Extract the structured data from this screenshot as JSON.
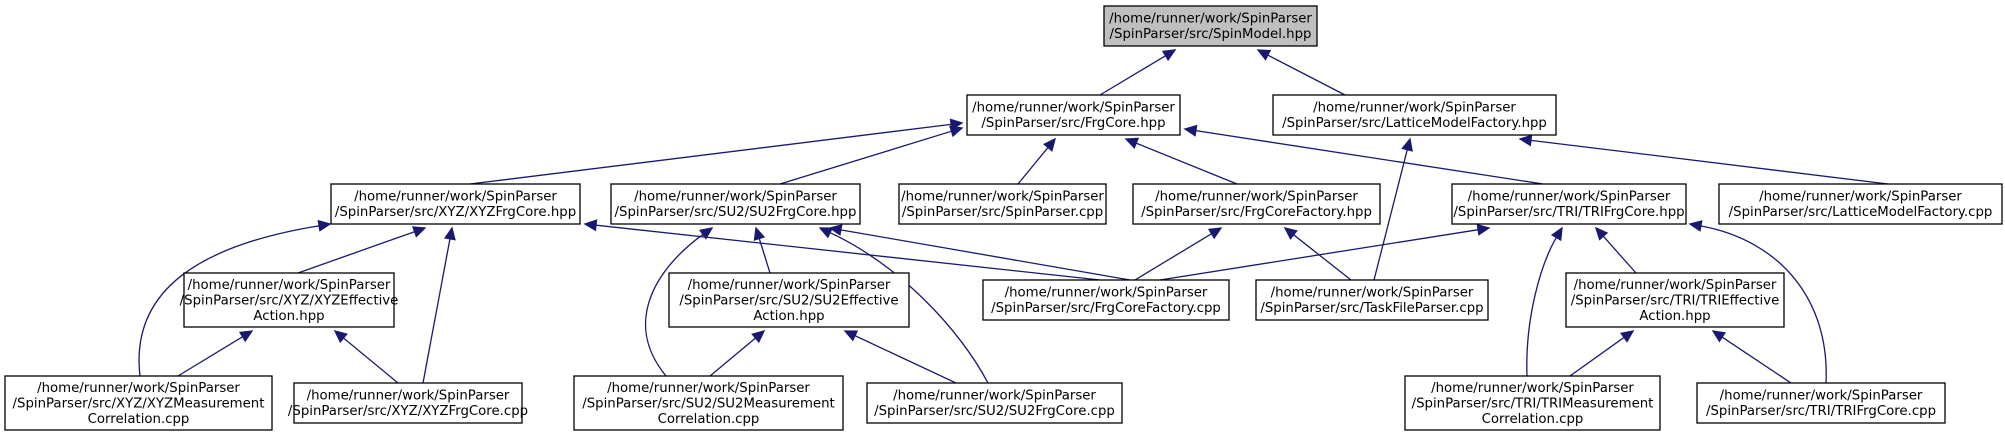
{
  "colors": {
    "edge": "#191970",
    "root_fill": "#bfbfbf",
    "node_fill": "#ffffff",
    "border": "#000000"
  },
  "nodes": [
    {
      "id": "spinmodel",
      "lines": [
        "/home/runner/work/SpinParser",
        "/SpinParser/src/SpinModel.hpp"
      ],
      "root": true
    },
    {
      "id": "frgcore",
      "lines": [
        "/home/runner/work/SpinParser",
        "/SpinParser/src/FrgCore.hpp"
      ]
    },
    {
      "id": "latticefactory_hpp",
      "lines": [
        "/home/runner/work/SpinParser",
        "/SpinParser/src/LatticeModelFactory.hpp"
      ]
    },
    {
      "id": "xyzfrgcore_hpp",
      "lines": [
        "/home/runner/work/SpinParser",
        "/SpinParser/src/XYZ/XYZFrgCore.hpp"
      ]
    },
    {
      "id": "su2frgcore_hpp",
      "lines": [
        "/home/runner/work/SpinParser",
        "/SpinParser/src/SU2/SU2FrgCore.hpp"
      ]
    },
    {
      "id": "spinparser_cpp",
      "lines": [
        "/home/runner/work/SpinParser",
        "/SpinParser/src/SpinParser.cpp"
      ]
    },
    {
      "id": "frgcorefactory_hpp",
      "lines": [
        "/home/runner/work/SpinParser",
        "/SpinParser/src/FrgCoreFactory.hpp"
      ]
    },
    {
      "id": "trifrgcore_hpp",
      "lines": [
        "/home/runner/work/SpinParser",
        "/SpinParser/src/TRI/TRIFrgCore.hpp"
      ]
    },
    {
      "id": "latticefactory_cpp",
      "lines": [
        "/home/runner/work/SpinParser",
        "/SpinParser/src/LatticeModelFactory.cpp"
      ]
    },
    {
      "id": "xyzeffective",
      "lines": [
        "/home/runner/work/SpinParser",
        "/SpinParser/src/XYZ/XYZEffective",
        "Action.hpp"
      ]
    },
    {
      "id": "su2effective",
      "lines": [
        "/home/runner/work/SpinParser",
        "/SpinParser/src/SU2/SU2Effective",
        "Action.hpp"
      ]
    },
    {
      "id": "frgcorefactory_cpp",
      "lines": [
        "/home/runner/work/SpinParser",
        "/SpinParser/src/FrgCoreFactory.cpp"
      ]
    },
    {
      "id": "taskfileparser",
      "lines": [
        "/home/runner/work/SpinParser",
        "/SpinParser/src/TaskFileParser.cpp"
      ]
    },
    {
      "id": "trieffective",
      "lines": [
        "/home/runner/work/SpinParser",
        "/SpinParser/src/TRI/TRIEffective",
        "Action.hpp"
      ]
    },
    {
      "id": "xyzmeasure",
      "lines": [
        "/home/runner/work/SpinParser",
        "/SpinParser/src/XYZ/XYZMeasurement",
        "Correlation.cpp"
      ]
    },
    {
      "id": "xyzfrgcore_cpp",
      "lines": [
        "/home/runner/work/SpinParser",
        "/SpinParser/src/XYZ/XYZFrgCore.cpp"
      ]
    },
    {
      "id": "su2measure",
      "lines": [
        "/home/runner/work/SpinParser",
        "/SpinParser/src/SU2/SU2Measurement",
        "Correlation.cpp"
      ]
    },
    {
      "id": "su2frgcore_cpp",
      "lines": [
        "/home/runner/work/SpinParser",
        "/SpinParser/src/SU2/SU2FrgCore.cpp"
      ]
    },
    {
      "id": "trimeasure",
      "lines": [
        "/home/runner/work/SpinParser",
        "/SpinParser/src/TRI/TRIMeasurement",
        "Correlation.cpp"
      ]
    },
    {
      "id": "trifrgcore_cpp",
      "lines": [
        "/home/runner/work/SpinParser",
        "/SpinParser/src/TRI/TRIFrgCore.cpp"
      ]
    }
  ],
  "edges": [
    {
      "from": "frgcore",
      "to": "spinmodel"
    },
    {
      "from": "latticefactory_hpp",
      "to": "spinmodel"
    },
    {
      "from": "xyzfrgcore_hpp",
      "to": "frgcore"
    },
    {
      "from": "su2frgcore_hpp",
      "to": "frgcore"
    },
    {
      "from": "spinparser_cpp",
      "to": "frgcore"
    },
    {
      "from": "frgcorefactory_hpp",
      "to": "frgcore"
    },
    {
      "from": "trifrgcore_hpp",
      "to": "frgcore"
    },
    {
      "from": "taskfileparser",
      "to": "latticefactory_hpp"
    },
    {
      "from": "latticefactory_cpp",
      "to": "latticefactory_hpp"
    },
    {
      "from": "xyzeffective",
      "to": "xyzfrgcore_hpp"
    },
    {
      "from": "xyzmeasure",
      "to": "xyzfrgcore_hpp"
    },
    {
      "from": "xyzfrgcore_cpp",
      "to": "xyzfrgcore_hpp"
    },
    {
      "from": "frgcorefactory_cpp",
      "to": "xyzfrgcore_hpp"
    },
    {
      "from": "su2effective",
      "to": "su2frgcore_hpp"
    },
    {
      "from": "su2measure",
      "to": "su2frgcore_hpp"
    },
    {
      "from": "su2frgcore_cpp",
      "to": "su2frgcore_hpp"
    },
    {
      "from": "frgcorefactory_cpp",
      "to": "su2frgcore_hpp"
    },
    {
      "from": "frgcorefactory_cpp",
      "to": "frgcorefactory_hpp"
    },
    {
      "from": "taskfileparser",
      "to": "frgcorefactory_hpp"
    },
    {
      "from": "frgcorefactory_cpp",
      "to": "trifrgcore_hpp"
    },
    {
      "from": "trieffective",
      "to": "trifrgcore_hpp"
    },
    {
      "from": "trimeasure",
      "to": "trifrgcore_hpp"
    },
    {
      "from": "trifrgcore_cpp",
      "to": "trifrgcore_hpp"
    },
    {
      "from": "xyzmeasure",
      "to": "xyzeffective"
    },
    {
      "from": "xyzfrgcore_cpp",
      "to": "xyzeffective"
    },
    {
      "from": "su2measure",
      "to": "su2effective"
    },
    {
      "from": "su2frgcore_cpp",
      "to": "su2effective"
    },
    {
      "from": "trimeasure",
      "to": "trieffective"
    },
    {
      "from": "trifrgcore_cpp",
      "to": "trieffective"
    }
  ]
}
